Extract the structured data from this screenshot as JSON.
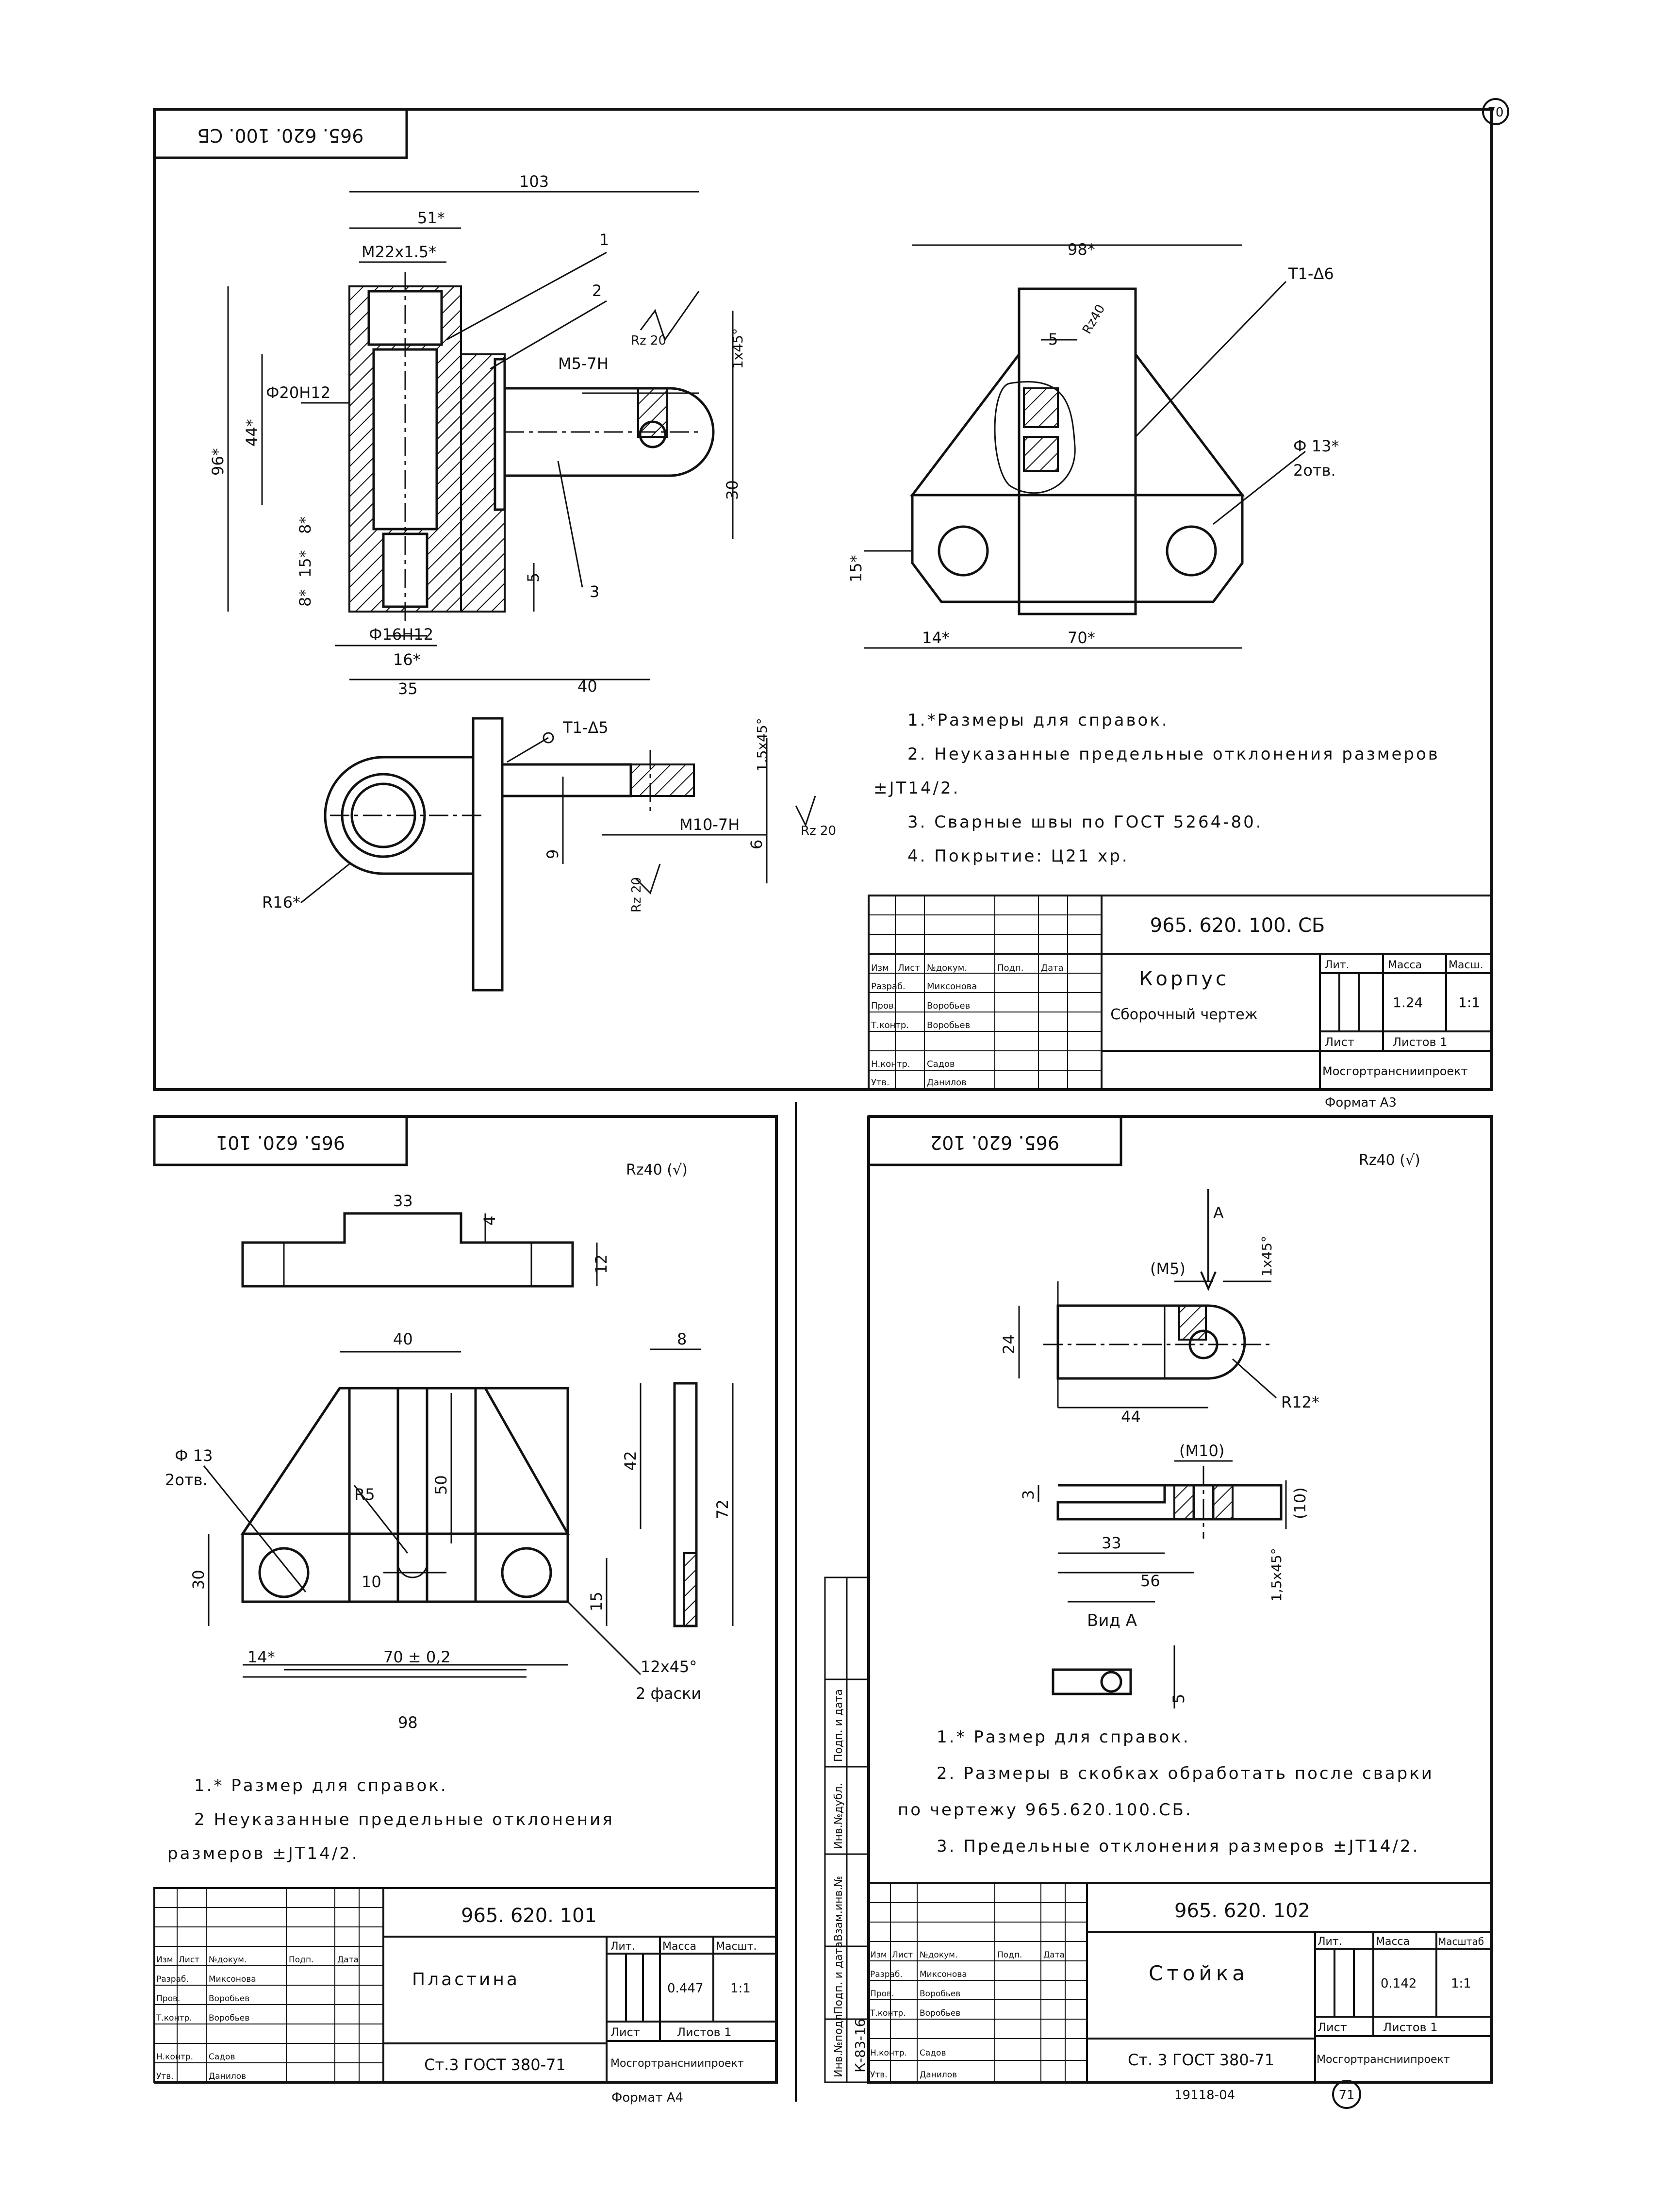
{
  "page_number": "70",
  "page_number_bottom": "71",
  "bottom_code": "19118-04",
  "side_stamp": {
    "fields": [
      "Инв.№подл",
      "Подп. и дата",
      "Взам.инв.№",
      "Инв.№дубл.",
      "Подп. и дата"
    ],
    "code": "К-83-16"
  },
  "sheet_a3": {
    "code_box": "965. 620. 100. СБ",
    "format": "Формат А3",
    "dimensions": {
      "d103": "103",
      "d51": "51*",
      "m22": "M22x1.5*",
      "p1": "1",
      "p2": "2",
      "p3": "3",
      "rz20a": "Rz 20",
      "m5": "M5-7H",
      "c1x45": "1x45°",
      "d20h12": "Ф20H12",
      "d44": "44*",
      "d96": "96*",
      "d30": "30",
      "d8a": "8*",
      "d15": "15*",
      "d8b": "8*",
      "d5": "5",
      "d16h12": "Ф16H12",
      "d16": "16*",
      "d35": "35",
      "d40": "40",
      "d98": "98*",
      "t1d6": "T1-Δ6",
      "rz40": "Rz40",
      "d5b": "5",
      "d13": "Ф 13*",
      "holes2": "2отв.",
      "d15b": "15*",
      "d14": "14*",
      "d70": "70*",
      "t1d5": "T1-Δ5",
      "c15x45": "1.5x45°",
      "d9": "9",
      "m10": "M10-7H",
      "d6": "6",
      "rz20b": "Rz 20",
      "rz20c": "Rz 20",
      "r16": "R16*"
    },
    "notes": [
      "1.*Размеры для справок.",
      "2. Неуказанные предельные отклонения размеров",
      "±JT14/2.",
      "3. Сварные швы по ГОСТ 5264-80.",
      "4. Покрытие: Ц21 хр."
    ],
    "stamp": {
      "designation": "965. 620. 100. СБ",
      "name": "Корпус",
      "doc_type": "Сборочный чертеж",
      "cols": [
        "Изм",
        "Лист",
        "№докум.",
        "Подп.",
        "Дата"
      ],
      "roles": [
        {
          "role": "Разраб.",
          "name": "Миксонова"
        },
        {
          "role": "Пров.",
          "name": "Воробьев"
        },
        {
          "role": "Т.контр.",
          "name": "Воробьев"
        },
        {
          "role": "",
          "name": ""
        },
        {
          "role": "Н.контр.",
          "name": "Садов"
        },
        {
          "role": "Утв.",
          "name": "Данилов"
        }
      ],
      "lit_label": "Лит.",
      "mass_label": "Масса",
      "scale_label": "Масш.",
      "mass": "1.24",
      "scale": "1:1",
      "sheet_label": "Лист",
      "sheets_label": "Листов 1",
      "org": "Мосгортрансниипроект"
    }
  },
  "sheet_101": {
    "code_box": "965. 620. 101",
    "roughness": "Rz40 (√)",
    "format": "Формат А4",
    "dimensions": {
      "d33": "33",
      "d4": "4",
      "d12": "12",
      "d40": "40",
      "d8": "8",
      "d13": "Ф 13",
      "holes2": "2отв.",
      "r5": "R5",
      "d50": "50",
      "d42": "42",
      "d72": "72",
      "d30": "30",
      "d10": "10",
      "d15": "15",
      "d14": "14*",
      "d70": "70 ± 0,2",
      "c12": "12x45°",
      "chamfers": "2 фаски",
      "d98": "98"
    },
    "notes": [
      "1.* Размер для справок.",
      "2 Неуказанные предельные отклонения",
      "размеров ±JT14/2."
    ],
    "stamp": {
      "designation": "965. 620. 101",
      "name": "Пластина",
      "material": "Ст.3 ГОСТ 380-71",
      "cols": [
        "Изм",
        "Лист",
        "№докум.",
        "Подп.",
        "Дата"
      ],
      "roles": [
        {
          "role": "Разраб.",
          "name": "Миксонова"
        },
        {
          "role": "Пров.",
          "name": "Воробьев"
        },
        {
          "role": "Т.контр.",
          "name": "Воробьев"
        },
        {
          "role": "",
          "name": ""
        },
        {
          "role": "Н.контр.",
          "name": "Садов"
        },
        {
          "role": "Утв.",
          "name": "Данилов"
        }
      ],
      "lit_label": "Лит.",
      "mass_label": "Масса",
      "scale_label": "Масшт.",
      "mass": "0.447",
      "scale": "1:1",
      "sheet_label": "Лист",
      "sheets_label": "Листов 1",
      "org": "Мосгортрансниипроект"
    }
  },
  "sheet_102": {
    "code_box": "965. 620. 102",
    "roughness": "Rz40 (√)",
    "dimensions": {
      "a": "A",
      "m5": "(M5)",
      "c1x45": "1x45°",
      "d24": "24",
      "d44": "44",
      "r12": "R12*",
      "m10": "(M10)",
      "d3": "3",
      "d10": "(10)",
      "d33": "33",
      "d56": "56",
      "c15x45": "1,5x45°",
      "view_a": "Вид А",
      "d5": "5"
    },
    "notes": [
      "1.* Размер для справок.",
      "2. Размеры в скобках обработать после сварки",
      "по чертежу 965.620.100.СБ.",
      "3. Предельные отклонения размеров ±JT14/2."
    ],
    "stamp": {
      "designation": "965. 620. 102",
      "name": "Стойка",
      "material": "Ст. 3 ГОСТ 380-71",
      "cols": [
        "Изм",
        "Лист",
        "№докум.",
        "Подп.",
        "Дата"
      ],
      "roles": [
        {
          "role": "Разраб.",
          "name": "Миксонова"
        },
        {
          "role": "Пров.",
          "name": "Воробьев"
        },
        {
          "role": "Т.контр.",
          "name": "Воробьев"
        },
        {
          "role": "",
          "name": ""
        },
        {
          "role": "Н.контр.",
          "name": "Садов"
        },
        {
          "role": "Утв.",
          "name": "Данилов"
        }
      ],
      "lit_label": "Лит.",
      "mass_label": "Масса",
      "scale_label": "Масштаб",
      "mass": "0.142",
      "scale": "1:1",
      "sheet_label": "Лист",
      "sheets_label": "Листов 1",
      "org": "Мосгортрансниипроект"
    }
  }
}
